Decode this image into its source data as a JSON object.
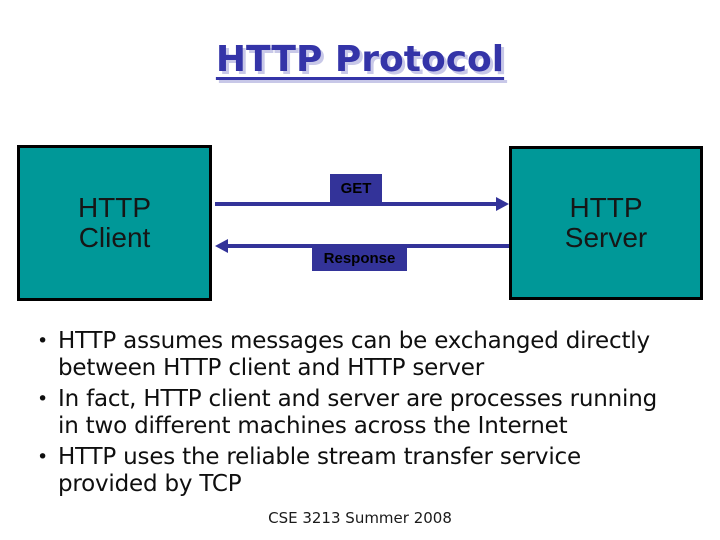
{
  "slide": {
    "title": "HTTP Protocol",
    "footer": "CSE 3213 Summer 2008"
  },
  "diagram": {
    "client_box": {
      "line1": "HTTP",
      "line2": "Client"
    },
    "server_box": {
      "line1": "HTTP",
      "line2": "Server"
    },
    "request_label": "GET",
    "response_label": "Response",
    "request_arrow_direction": "right",
    "response_arrow_direction": "left"
  },
  "bullets": [
    {
      "line1": "HTTP assumes messages can be exchanged directly",
      "line2": "between HTTP client and HTTP server"
    },
    {
      "line1": "In fact, HTTP client and server are processes running",
      "line2": "in two different machines across the Internet"
    },
    {
      "line1": "HTTP uses the reliable stream transfer service",
      "line2": "provided by TCP"
    }
  ],
  "bullet_marker": "•",
  "colors": {
    "box_fill": "#009898",
    "box_border": "#000000",
    "arrow_blue": "#333399",
    "title_blue": "#3434a8",
    "title_shadow": "#c8c8e8",
    "body_text": "#0f0f0f"
  }
}
